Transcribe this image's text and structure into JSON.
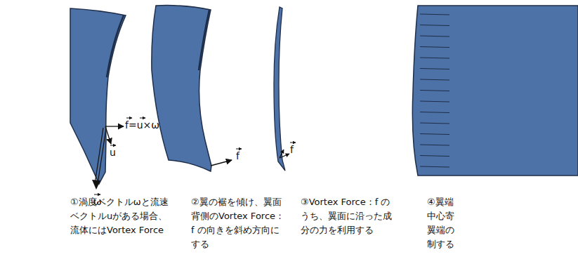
{
  "diagram": {
    "labels": [
      "f=u×ω",
      "u",
      "ω",
      "f",
      "f",
      "①渦度ベクトルωと流速ベクトルuがある場合、流体にはVortex Force",
      "②翼の裾を傾け、翼面背側のVortex Force： f の向きを斜め方向にする",
      "③Vortex Force：f のうち、翼面に沿った成分の力を利用する",
      "④翼端 中心寄 翼端の 制する"
    ]
  }
}
